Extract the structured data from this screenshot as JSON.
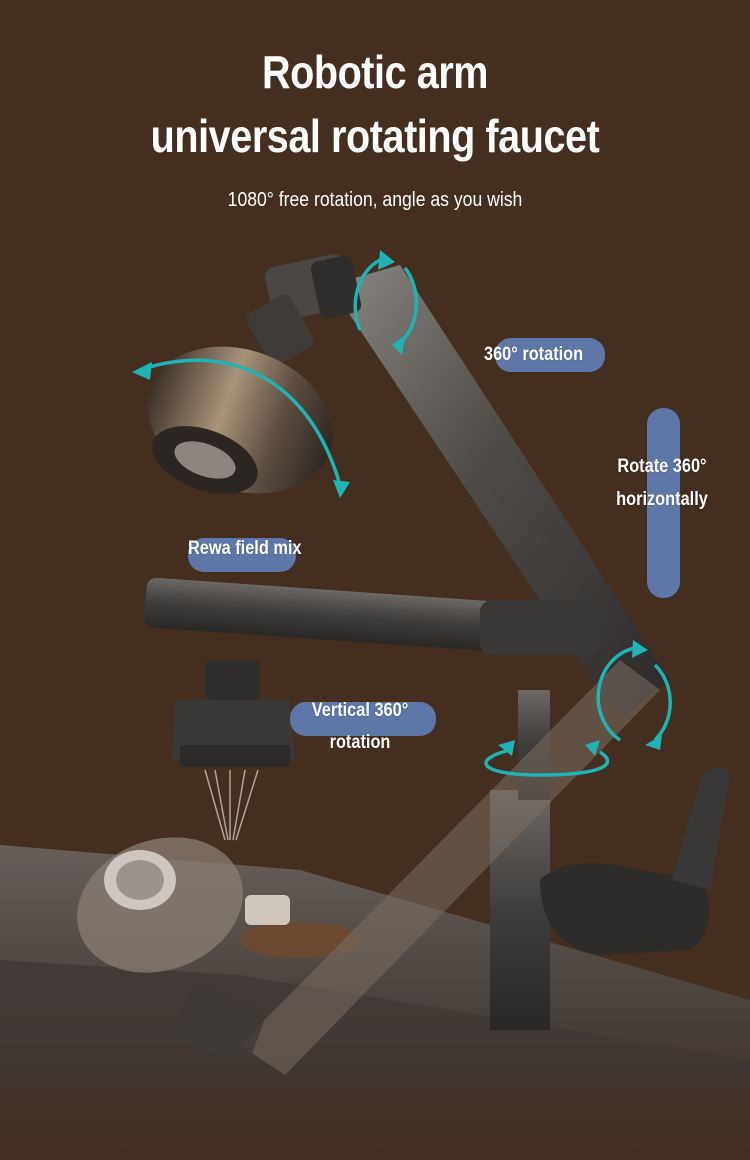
{
  "header": {
    "title_line1": "Robotic arm",
    "title_line2": "universal rotating faucet",
    "subtitle": "1080° free rotation, angle as you wish"
  },
  "callouts": {
    "rotation_360": "360° rotation",
    "rotate_horizontal_line1": "Rotate 360°",
    "rotate_horizontal_line2": "horizontally",
    "field_mix": "Rewa field mix",
    "vertical_line1": "Vertical 360°",
    "vertical_line2": "rotation"
  },
  "colors": {
    "background": "#432e1f",
    "pill": "#5f76a8",
    "arrow": "#1fb3b3",
    "text": "#ffffff"
  },
  "icons": [
    "rotation-arrow-icon",
    "faucet-illustration"
  ]
}
